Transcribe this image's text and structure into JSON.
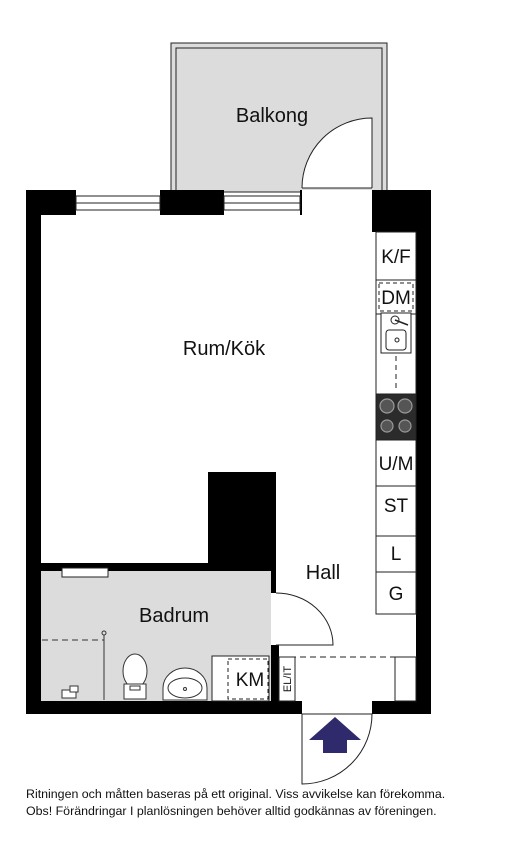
{
  "rooms": {
    "balcony": "Balkong",
    "living_kitchen": "Rum/Kök",
    "hall": "Hall",
    "bathroom": "Badrum"
  },
  "fixtures": {
    "fridge_freezer": "K/F",
    "dishwasher": "DM",
    "oven_microwave": "U/M",
    "wardrobe_st": "ST",
    "wardrobe_l": "L",
    "wardrobe_g": "G",
    "washing_machine": "KM",
    "electrical_it": "EL/IT"
  },
  "entrance_icon": "entrance-arrow-icon",
  "disclaimer": {
    "line1": "Ritningen och måtten baseras på ett original. Viss avvikelse kan förekomma.",
    "line2": "Obs! Förändringar I planlösningen behöver alltid godkännas av föreningen."
  },
  "colors": {
    "wall": "#000000",
    "balcony_floor": "#dcdcdc",
    "bathroom_floor": "#dcdcdc",
    "arrow": "#2e2a6b"
  }
}
